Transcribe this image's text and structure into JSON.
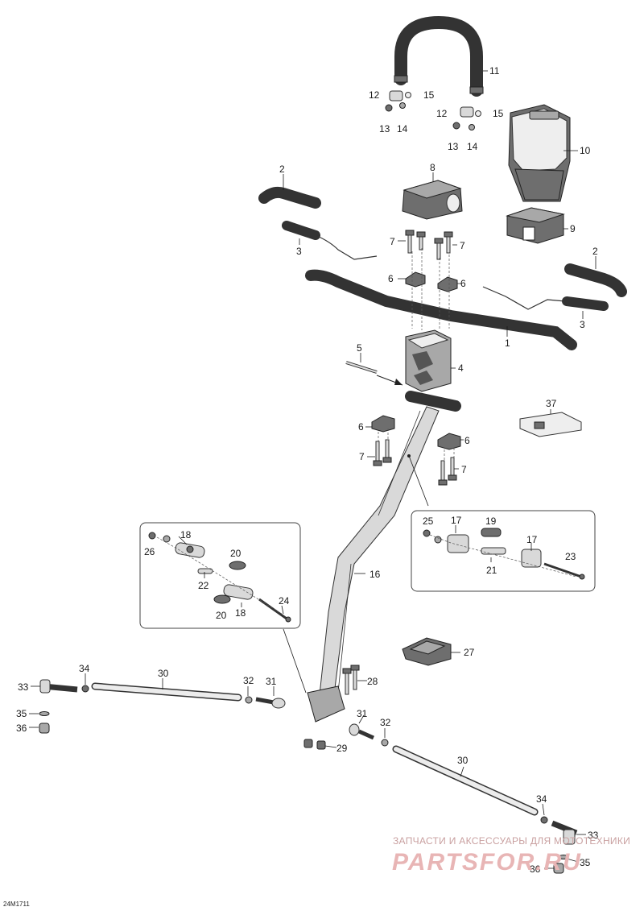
{
  "callouts": {
    "c1": "1",
    "c2a": "2",
    "c2b": "2",
    "c3a": "3",
    "c3b": "3",
    "c4": "4",
    "c5": "5",
    "c6a": "6",
    "c6b": "6",
    "c6c": "6",
    "c6d": "6",
    "c7a": "7",
    "c7b": "7",
    "c7c": "7",
    "c7d": "7",
    "c8": "8",
    "c9": "9",
    "c10": "10",
    "c11": "11",
    "c12a": "12",
    "c12b": "12",
    "c13a": "13",
    "c13b": "13",
    "c14a": "14",
    "c14b": "14",
    "c15a": "15",
    "c15b": "15",
    "c16": "16",
    "c17a": "17",
    "c17b": "17",
    "c18a": "18",
    "c18b": "18",
    "c19": "19",
    "c20a": "20",
    "c20b": "20",
    "c21": "21",
    "c22": "22",
    "c23": "23",
    "c24": "24",
    "c25": "25",
    "c26": "26",
    "c27": "27",
    "c28": "28",
    "c29": "29",
    "c30a": "30",
    "c30b": "30",
    "c31a": "31",
    "c31b": "31",
    "c32a": "32",
    "c32b": "32",
    "c33a": "33",
    "c33b": "33",
    "c34a": "34",
    "c34b": "34",
    "c35a": "35",
    "c35b": "35",
    "c36a": "36",
    "c36b": "36",
    "c37": "37"
  },
  "drawing_code": "24M1711",
  "watermark": {
    "text": "ЗАПЧАСТИ И АКСЕССУАРЫ ДЛЯ МОТОТЕХНИКИ",
    "logo": "PARTSFOR.RU"
  }
}
